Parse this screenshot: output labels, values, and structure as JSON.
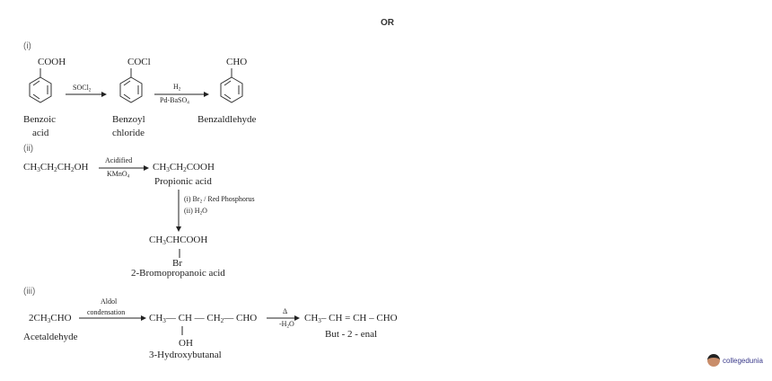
{
  "header": {
    "or_label": "OR"
  },
  "part_i": {
    "label": "(i)",
    "reactant": {
      "group": "COOH",
      "name_line1": "Benzoic",
      "name_line2": "acid"
    },
    "step1_reagent": "SOCl2",
    "intermediate": {
      "group": "COCl",
      "name_line1": "Benzoyl",
      "name_line2": "chloride"
    },
    "step2_reagent_top": "H2",
    "step2_reagent_bottom": "Pd-BaSO4",
    "product": {
      "group": "CHO",
      "name": "Benzaldlehyde"
    }
  },
  "part_ii": {
    "label": "(ii)",
    "reactant": "CH3CH2CH2OH",
    "reagent_top": "Acidified",
    "reagent_bottom": "KMnO4",
    "intermediate": "CH3CH2COOH",
    "intermediate_name": "Propionic acid",
    "step2_reagent_1": "(i) Br2 / Red Phosphorus",
    "step2_reagent_2": "(ii) H2O",
    "product": "CH3CHCOOH",
    "product_substituent": "Br",
    "product_name": "2-Bromopropanoic acid"
  },
  "part_iii": {
    "label": "(iii)",
    "reactant": "2CH3CHO",
    "reactant_name": "Acetaldehyde",
    "reagent_top": "Aldol",
    "reagent_bottom": "condensation",
    "intermediate": "CH3— CH — CH2— CHO",
    "intermediate_substituent": "OH",
    "intermediate_name": "3-Hydroxybutanal",
    "step2_top": "Δ",
    "step2_bottom": "-H2O",
    "product": "CH3– CH = CH – CHO",
    "product_name": "But - 2 - enal"
  },
  "watermark": {
    "brand": "collegedunia"
  }
}
